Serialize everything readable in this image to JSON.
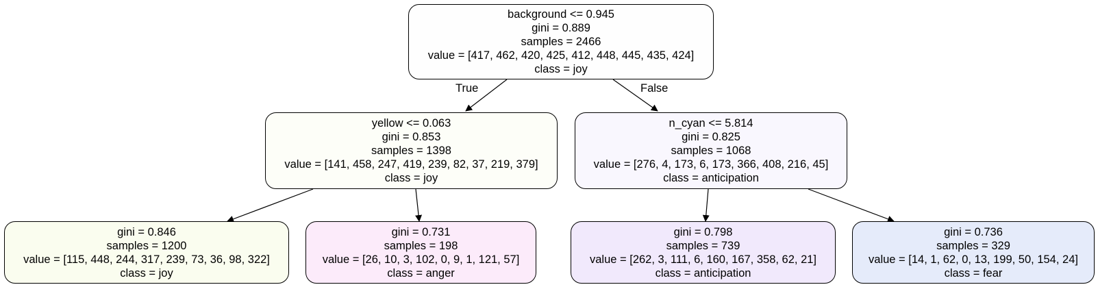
{
  "tree": {
    "root": {
      "split": "background <= 0.945",
      "gini": "gini = 0.889",
      "samples": "samples = 2466",
      "value": "value = [417, 462, 420, 425, 412, 448, 445, 435, 424]",
      "class": "class = joy",
      "fill": "#fefefe"
    },
    "left": {
      "split": "yellow <= 0.063",
      "gini": "gini = 0.853",
      "samples": "samples = 1398",
      "value": "value = [141, 458, 247, 419, 239, 82, 37, 219, 379]",
      "class": "class = joy",
      "fill": "#fdfef8"
    },
    "right": {
      "split": "n_cyan <= 5.814",
      "gini": "gini = 0.825",
      "samples": "samples = 1068",
      "value": "value = [276, 4, 173, 6, 173, 366, 408, 216, 45]",
      "class": "class = anticipation",
      "fill": "#f9f7fe"
    },
    "left_left": {
      "gini": "gini = 0.846",
      "samples": "samples = 1200",
      "value": "value = [115, 448, 244, 317, 239, 73, 36, 98, 322]",
      "class": "class = joy",
      "fill": "#fafdef"
    },
    "left_right": {
      "gini": "gini = 0.731",
      "samples": "samples = 198",
      "value": "value = [26, 10, 3, 102, 0, 9, 1, 121, 57]",
      "class": "class = anger",
      "fill": "#fcebfa"
    },
    "right_left": {
      "gini": "gini = 0.798",
      "samples": "samples = 739",
      "value": "value = [262, 3, 111, 6, 160, 167, 358, 62, 21]",
      "class": "class = anticipation",
      "fill": "#f1e9fc"
    },
    "right_right": {
      "gini": "gini = 0.736",
      "samples": "samples = 329",
      "value": "value = [14, 1, 62, 0, 13, 199, 50, 154, 24]",
      "class": "class = fear",
      "fill": "#e5ebfa"
    }
  },
  "edge_labels": {
    "true_label": "True",
    "false_label": "False"
  }
}
